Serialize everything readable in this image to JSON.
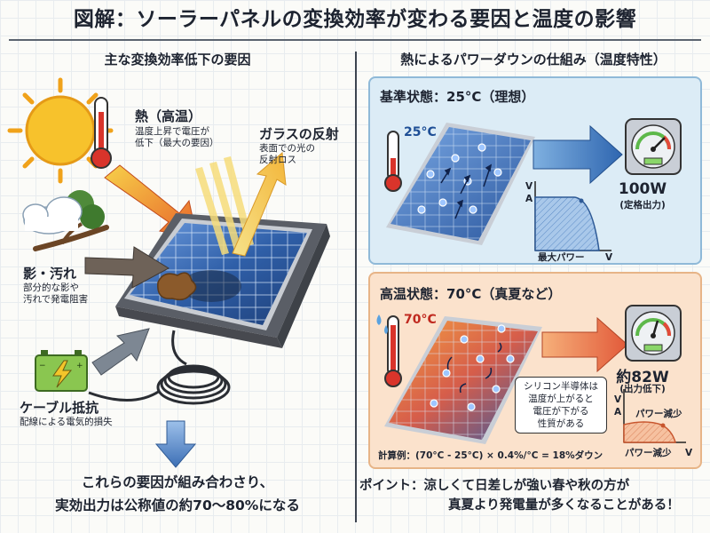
{
  "title": "図解：ソーラーパネルの変換効率が変わる要因と温度の影響",
  "left": {
    "heading": "主な変換効率低下の要因",
    "heat": {
      "label": "熱（高温）",
      "desc_1": "温度上昇で電圧が",
      "desc_2": "低下（最大の要因）"
    },
    "glass": {
      "label": "ガラスの反射",
      "desc_1": "表面での光の",
      "desc_2": "反射ロス"
    },
    "shade": {
      "label": "影・汚れ",
      "desc_1": "部分的な影や",
      "desc_2": "汚れで発電阻害"
    },
    "cable": {
      "label": "ケーブル抵抗",
      "desc": "配線による電気的損失"
    },
    "summary_1": "これらの要因が組み合わさり、",
    "summary_2": "実効出力は公称値の約70〜80%になる"
  },
  "right": {
    "heading": "熱によるパワーダウンの仕組み（温度特性）",
    "normal": {
      "label": "基準状態：25°C（理想）",
      "temp": "25°C",
      "output": "100W",
      "output_note": "(定格出力)",
      "axis_v": "V",
      "axis_a": "A",
      "curve_label": "最大パワー",
      "axis_v_bottom": "V"
    },
    "hot": {
      "label": "高温状態：70°C（真夏など）",
      "temp": "70°C",
      "output": "約82W",
      "output_note": "(出力低下)",
      "bubble_1": "シリコン半導体は",
      "bubble_2": "温度が上がると",
      "bubble_3": "電圧が下がる",
      "bubble_4": "性質がある",
      "axis_v": "V",
      "axis_a": "A",
      "curve_label_top": "パワー減少",
      "curve_label_bottom": "パワー減少",
      "axis_v_bottom": "V",
      "calc": "計算例：(70°C - 25°C) × 0.4%/°C = 18%ダウン"
    },
    "point_1": "ポイント：涼しくて日差しが強い春や秋の方が",
    "point_2": "真夏より発電量が多くなることがある！"
  },
  "colors": {
    "heat_arrow": "#e8642a",
    "panel_blue": "#2f5fa8",
    "down_arrow": "#4a78b8",
    "normal_bg": "#dcecf6",
    "hot_bg": "#fbe2cc"
  }
}
